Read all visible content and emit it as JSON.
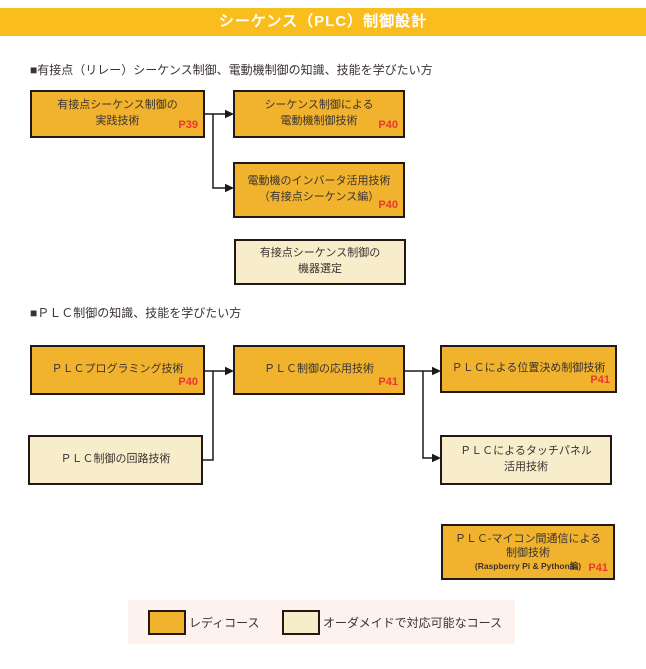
{
  "header": {
    "title": "シーケンス（PLC）制御設計"
  },
  "sections": {
    "relay": {
      "heading": "■有接点（リレー）シーケンス制御、電動機制御の知識、技能を学びたい方"
    },
    "plc": {
      "heading": "■ＰＬＣ制御の知識、技能を学びたい方"
    }
  },
  "boxes": [
    {
      "id": "relay-sequence-practice",
      "lines": [
        "有接点シーケンス制御の",
        "実践技術"
      ],
      "page": "P39",
      "type": "ready"
    },
    {
      "id": "motor-control-by-sequence",
      "lines": [
        "シーケンス制御による",
        "電動機制御技術"
      ],
      "page": "P40",
      "type": "ready"
    },
    {
      "id": "motor-inverter-application",
      "lines": [
        "電動機のインバータ活用技術",
        "（有接点シーケンス編）"
      ],
      "page": "P40",
      "type": "ready"
    },
    {
      "id": "relay-sequence-equipment-selection",
      "lines": [
        "有接点シーケンス制御の",
        "機器選定"
      ],
      "type": "custom"
    },
    {
      "id": "plc-programming",
      "lines": [
        "ＰＬＣプログラミング技術"
      ],
      "page": "P40",
      "type": "ready"
    },
    {
      "id": "plc-applied-control",
      "lines": [
        "ＰＬＣ制御の応用技術"
      ],
      "page": "P41",
      "type": "ready"
    },
    {
      "id": "plc-positioning-control",
      "lines": [
        "ＰＬＣによる位置決め制御技術"
      ],
      "page": "P41",
      "type": "ready"
    },
    {
      "id": "plc-circuit-technology",
      "lines": [
        "ＰＬＣ制御の回路技術"
      ],
      "type": "custom"
    },
    {
      "id": "plc-touch-panel",
      "lines": [
        "ＰＬＣによるタッチパネル",
        "活用技術"
      ],
      "type": "custom"
    },
    {
      "id": "plc-microcontroller-communication",
      "lines": [
        "ＰＬＣ-マイコン間通信による",
        "制御技術",
        "(Raspberry Pi & Python編)"
      ],
      "page": "P41",
      "type": "ready"
    }
  ],
  "legend": {
    "items": [
      {
        "label": "レディコース",
        "type": "ready"
      },
      {
        "label": "オーダメイドで対応可能なコース",
        "type": "custom"
      }
    ]
  },
  "colors": {
    "header_bg": "#F9BD1D",
    "ready_fill": "#F1B32E",
    "custom_fill": "#F7EDCA",
    "border": "#231815",
    "page_ref": "#E8382D",
    "legend_band": "#FDF2ED"
  }
}
